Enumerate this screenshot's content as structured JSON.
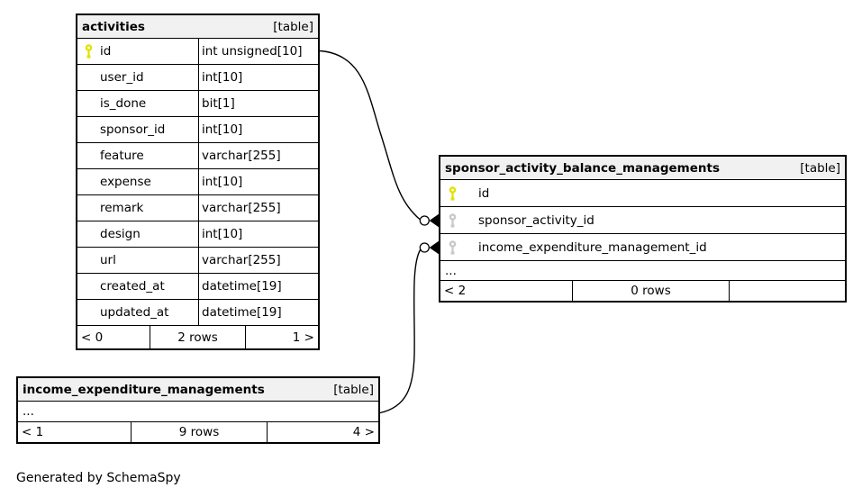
{
  "page": {
    "credit": "Generated by SchemaSpy"
  },
  "colors": {
    "border": "#000000",
    "header_bg": "#f1f1f1",
    "primary_key_icon": "#e2e200",
    "foreign_key_icon": "#c9c9c9",
    "background": "#ffffff"
  },
  "tables": [
    {
      "title": "activities",
      "tag": "[table]",
      "columns": [
        {
          "name": "id",
          "type": "int unsigned[10]",
          "key": "primary"
        },
        {
          "name": "user_id",
          "type": "int[10]",
          "key": ""
        },
        {
          "name": "is_done",
          "type": "bit[1]",
          "key": ""
        },
        {
          "name": "sponsor_id",
          "type": "int[10]",
          "key": ""
        },
        {
          "name": "feature",
          "type": "varchar[255]",
          "key": ""
        },
        {
          "name": "expense",
          "type": "int[10]",
          "key": ""
        },
        {
          "name": "remark",
          "type": "varchar[255]",
          "key": ""
        },
        {
          "name": "design",
          "type": "int[10]",
          "key": ""
        },
        {
          "name": "url",
          "type": "varchar[255]",
          "key": ""
        },
        {
          "name": "created_at",
          "type": "datetime[19]",
          "key": ""
        },
        {
          "name": "updated_at",
          "type": "datetime[19]",
          "key": ""
        }
      ],
      "footer": {
        "left": "< 0",
        "center": "2 rows",
        "right": "1 >"
      }
    },
    {
      "title": "sponsor_activity_balance_managements",
      "tag": "[table]",
      "columns": [
        {
          "name": "id",
          "key": "primary"
        },
        {
          "name": "sponsor_activity_id",
          "key": "foreign"
        },
        {
          "name": "income_expenditure_management_id",
          "key": "foreign"
        }
      ],
      "ellipsis": "...",
      "footer": {
        "left": "< 2",
        "center": "0 rows",
        "right": ""
      }
    },
    {
      "title": "income_expenditure_managements",
      "tag": "[table]",
      "ellipsis": "...",
      "footer": {
        "left": "< 1",
        "center": "9 rows",
        "right": "4 >"
      }
    }
  ],
  "relationships": [
    {
      "from": "activities.id",
      "to": "sponsor_activity_balance_managements.sponsor_activity_id",
      "child_end_markers": "zero-or-one dot + crowfoot"
    },
    {
      "from": "income_expenditure_managements",
      "to": "sponsor_activity_balance_managements.income_expenditure_management_id",
      "child_end_markers": "zero-or-one dot + crowfoot"
    }
  ]
}
